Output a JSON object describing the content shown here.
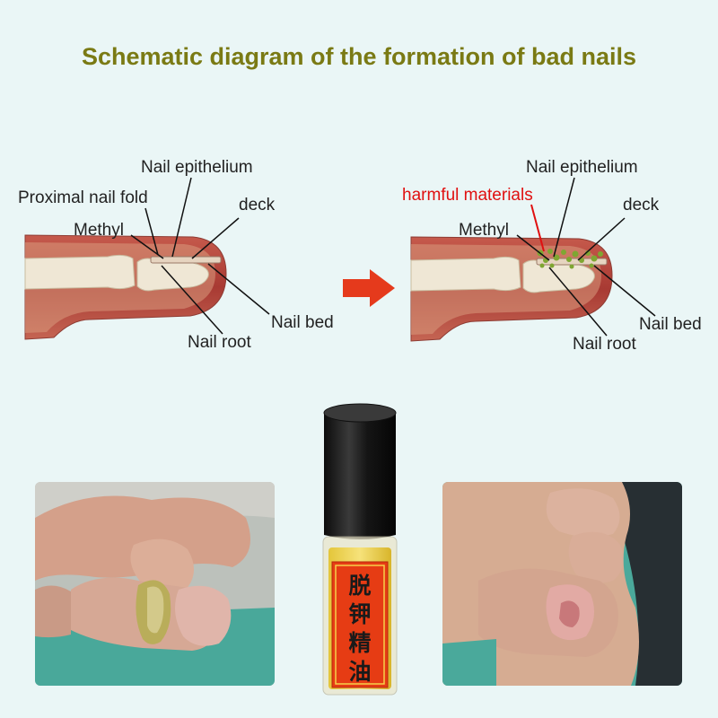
{
  "title": "Schematic diagram of the formation of bad nails",
  "left_diagram": {
    "nail_epithelium": "Nail epithelium",
    "proximal_nail_fold": "Proximal nail fold",
    "deck": "deck",
    "methyl": "Methyl",
    "nail_bed": "Nail bed",
    "nail_root": "Nail root"
  },
  "right_diagram": {
    "nail_epithelium": "Nail epithelium",
    "harmful_materials": "harmful materials",
    "deck": "deck",
    "methyl": "Methyl",
    "nail_bed": "Nail bed",
    "nail_root": "Nail root"
  },
  "bottle_label": [
    "脱",
    "钾",
    "精",
    "油"
  ],
  "colors": {
    "title": "#7a7a14",
    "arrow": "#e53a1c",
    "harmful": "#e01010",
    "flesh": "#b5453d",
    "bone": "#efe7d5",
    "background": "#eaf6f6"
  },
  "icons": [
    "arrow-right-icon",
    "bottle-icon"
  ]
}
